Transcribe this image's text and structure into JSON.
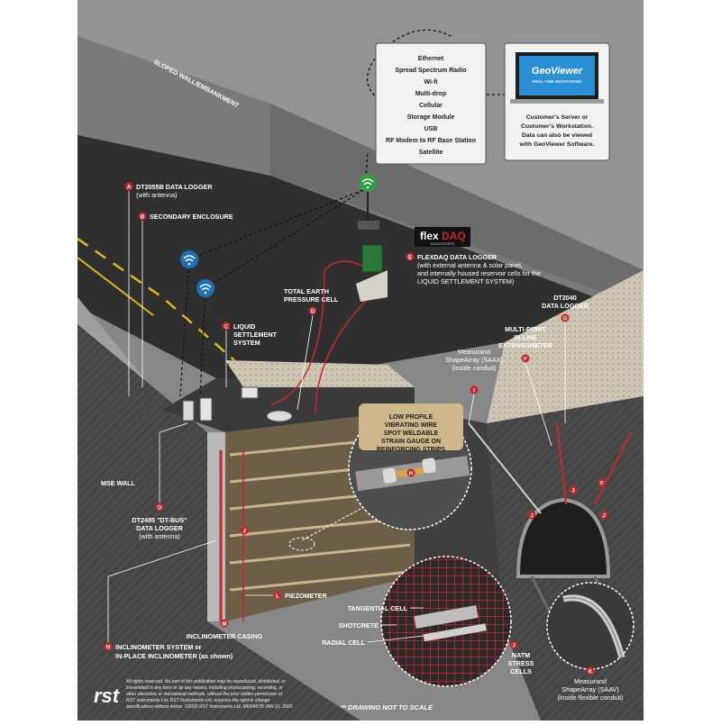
{
  "labels": {
    "sloped_wall": "SLOPED WALL/EMBANKMENT",
    "a_line1": "DT2055B DATA LOGGER",
    "a_line2": "(with antenna)",
    "b_line1": "SECONDARY ENCLOSURE",
    "c_line1": "LIQUID",
    "c_line2": "SETTLEMENT",
    "c_line3": "SYSTEM",
    "d_line1": "TOTAL EARTH",
    "d_line2": "PRESSURE CELL",
    "e_line1": "FLEXDAQ DATA LOGGER",
    "e_line2": "(with external antenna & solar panel,",
    "e_line3": "and internally housed reservoir cells for the",
    "e_line4": "LIQUID SETTLEMENT SYSTEM)",
    "g_line1": "DT2040",
    "g_line2": "DATA LOGGER",
    "f_line1": "MULTI-POINT",
    "f_line2": "IN-LINE",
    "f_line3": "EXTENSOMETER",
    "i_line1": "Measurand",
    "i_line2": "ShapeArray (SAAX)",
    "i_line3": "(inside conduit)",
    "h_line1": "LOW PROFILE",
    "h_line2": "VIBRATING WIRE",
    "h_line3": "SPOT WELDABLE",
    "h_line4": "STRAIN GAUGE ON",
    "h_line5": "REINFORCING STRIPS",
    "mse_wall": "MSE WALL",
    "o_line1": "DT2485 \"DT-BUS\"",
    "o_line2": "DATA LOGGER",
    "o_line3": "(with antenna)",
    "piezometer": "PIEZOMETER",
    "inclinometer_casing": "INCLINOMETER CASING",
    "n_line1": "INCLINOMETER SYSTEM or",
    "n_line2": "IN-PLACE INCLINOMETER (as shown)",
    "tangential": "TANGENTIAL CELL",
    "shotcrete": "SHOTCRETE",
    "radial": "RADIAL CELL",
    "natm1": "NATM",
    "natm2": "STRESS",
    "natm3": "CELLS",
    "k_line1": "Measurand",
    "k_line2": "ShapeArray (SAAV)",
    "k_line3": "(inside flexible conduit)",
    "not_to_scale": "** DRAWING NOT TO SCALE"
  },
  "letters": {
    "a": "A",
    "b": "B",
    "c": "C",
    "d": "D",
    "e": "E",
    "f": "F",
    "g": "G",
    "h": "H",
    "i": "I",
    "j": "J",
    "k": "K",
    "l": "L",
    "m": "M",
    "n": "N",
    "o": "O"
  },
  "comms": {
    "items": [
      "Ethernet",
      "Spread Spectrum Radio",
      "Wi-fi",
      "Multi-drop",
      "Cellular",
      "Storage Module",
      "USB",
      "RF Modem to RF Base Station",
      "Satellite"
    ]
  },
  "geoviewer": {
    "logo": "GeoViewer",
    "tagline": "REAL-TIME MONITORING",
    "desc1": "Customer's Server or",
    "desc2": "Customer's Workstation.",
    "desc3": "Data can also be viewed",
    "desc4": "with GeoViewer Software."
  },
  "flexdaq": {
    "flex": "flex",
    "daq": "DAQ",
    "sub": "DATALOGGERS"
  },
  "footer": {
    "brand": "rst",
    "copyright1": "All rights reserved. No part of this publication may be reproduced, distributed, or",
    "copyright2": "transmitted in any form or by any means, including photocopying, recording, or",
    "copyright3": "other electronic or mechanical methods, without the prior written permission of",
    "copyright4": "RST Instruments Ltd. RST Instruments Ltd. reserves the right to change",
    "copyright5": "specifications without notice. ©2020 RST Instruments Ltd. MI0045TB JAN 21, 2020"
  },
  "colors": {
    "accent_red": "#c8262c",
    "wifi_blue": "#1f6fb5",
    "wifi_green": "#2f9e44",
    "background": "#8b8b8b"
  }
}
